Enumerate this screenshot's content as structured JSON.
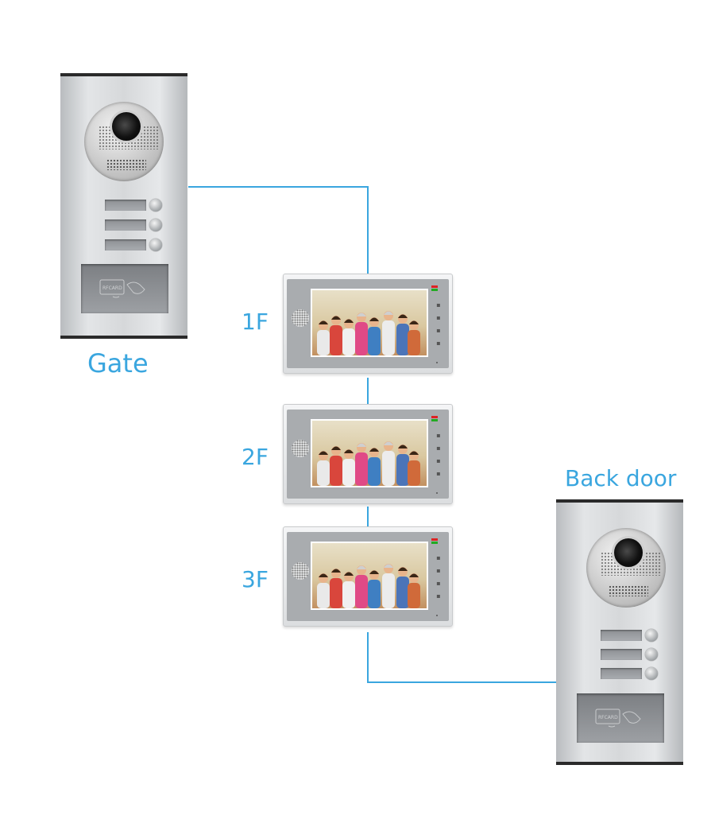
{
  "labels": {
    "gate": "Gate",
    "back_door": "Back door",
    "floors": [
      "1F",
      "2F",
      "3F"
    ]
  },
  "panel_text": {
    "card": "RFCARD"
  },
  "colors": {
    "wire": "#3aa6df",
    "label": "#3aa6df"
  },
  "icons": [
    "camera-icon",
    "call-button-icon",
    "rfid-card-icon",
    "speaker-icon",
    "screen-photo-icon",
    "unlock-key-icon",
    "monitor-key-icon",
    "talk-key-icon"
  ]
}
